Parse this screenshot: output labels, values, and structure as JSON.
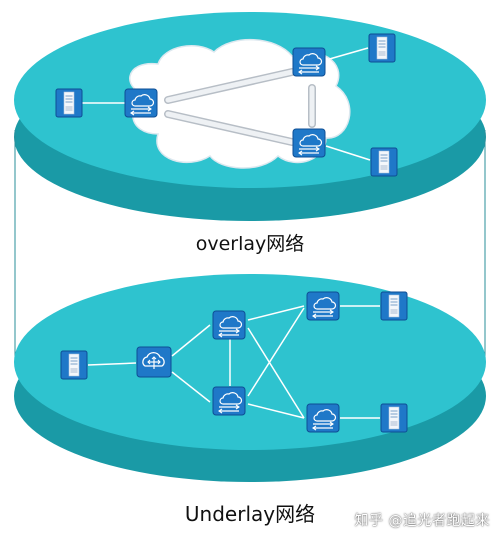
{
  "overlay": {
    "caption": "overlay网络"
  },
  "underlay": {
    "caption": "Underlay网络"
  },
  "watermark": "知乎 @追光者跑起来",
  "colors": {
    "platter_top": "#2ec3cf",
    "platter_side": "#1a9aa6",
    "device_fill": "#1f78c8",
    "device_edge": "#0e4e94",
    "link": "#ffffff",
    "cloud": "#ffffff",
    "tunnel": "#e3e6ea"
  },
  "icons": {
    "server": "server-icon",
    "switch": "switch-icon",
    "router": "router-icon",
    "cloud": "cloud-icon"
  }
}
